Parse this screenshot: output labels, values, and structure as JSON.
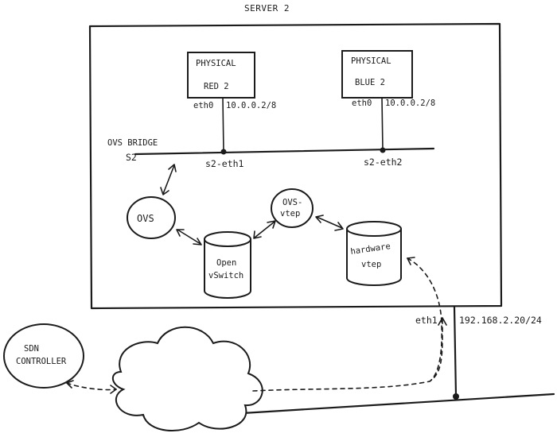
{
  "server": {
    "title": "SERVER 2"
  },
  "hosts": {
    "red": {
      "line1": "PHYSICAL",
      "line2": "RED 2",
      "iface": "eth0",
      "ip": "10.0.0.2/8"
    },
    "blue": {
      "line1": "PHYSICAL",
      "line2": "BLUE 2",
      "iface": "eth0",
      "ip": "10.0.0.2/8"
    }
  },
  "bridge": {
    "label1": "OVS BRIDGE",
    "label2": "S2",
    "port1": "s2-eth1",
    "port2": "s2-eth2"
  },
  "components": {
    "ovs": "OVS",
    "ovs_vtep_line1": "OVS-",
    "ovs_vtep_line2": "vtep",
    "ovsdb_line1": "Open",
    "ovsdb_line2": "vSwitch",
    "hw_vtep_line1": "hardware",
    "hw_vtep_line2": "vtep"
  },
  "external": {
    "iface": "eth1",
    "ip": "192.168.2.20/24",
    "controller_line1": "SDN",
    "controller_line2": "CONTROLLER"
  }
}
